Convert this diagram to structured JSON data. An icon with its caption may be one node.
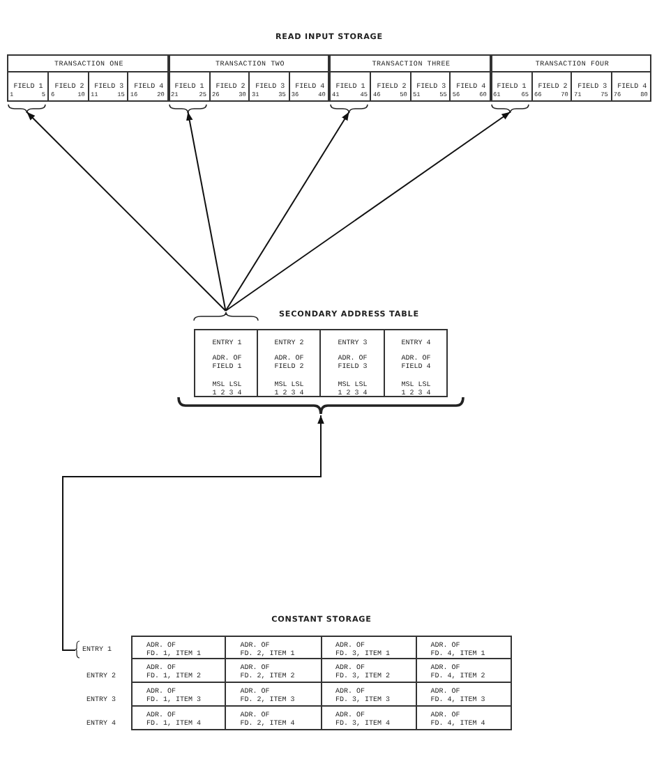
{
  "diagram": {
    "nodes": [
      {
        "text": [
          "READ INPUT STORAGE"
        ]
      },
      {
        "text": [
          "TRANSACTION ONE"
        ],
        "in": 0
      },
      {
        "text": [
          "FIELD 1",
          "1",
          "5"
        ],
        "in": 1
      },
      {
        "text": [
          "FIELD 2",
          "6",
          "10"
        ],
        "in": 1
      },
      {
        "text": [
          "FIELD 3",
          "11",
          "15"
        ],
        "in": 1
      },
      {
        "text": [
          "FIELD 4",
          "16",
          "20"
        ],
        "in": 1
      },
      {
        "text": [
          "TRANSACTION TWO"
        ],
        "in": 0
      },
      {
        "text": [
          "FIELD 1",
          "21",
          "25"
        ],
        "in": 6
      },
      {
        "text": [
          "FIELD 2",
          "26",
          "30"
        ],
        "in": 6
      },
      {
        "text": [
          "FIELD 3",
          "31",
          "35"
        ],
        "in": 6
      },
      {
        "text": [
          "FIELD 4",
          "36",
          "40"
        ],
        "in": 6
      },
      {
        "text": [
          "TRANSACTION THREE"
        ],
        "in": 0
      },
      {
        "text": [
          "FIELD 1",
          "41",
          "45"
        ],
        "in": 11
      },
      {
        "text": [
          "FIELD 2",
          "46",
          "50"
        ],
        "in": 11
      },
      {
        "text": [
          "FIELD 3",
          "51",
          "55"
        ],
        "in": 11
      },
      {
        "text": [
          "FIELD 4",
          "56",
          "60"
        ],
        "in": 11
      },
      {
        "text": [
          "TRANSACTION FOUR"
        ],
        "in": 0
      },
      {
        "text": [
          "FIELD 1",
          "61",
          "65"
        ],
        "in": 16
      },
      {
        "text": [
          "FIELD 2",
          "66",
          "70"
        ],
        "in": 16
      },
      {
        "text": [
          "FIELD 3",
          "71",
          "75"
        ],
        "in": 16
      },
      {
        "text": [
          "FIELD 4",
          "76",
          "80"
        ],
        "in": 16
      },
      {
        "text": [
          "SECONDARY ADDRESS TABLE"
        ]
      },
      {
        "text": [
          "ENTRY 1",
          "ADR. OF FIELD 1",
          "MSL LSL",
          "1 2 3 4"
        ],
        "in": 21
      },
      {
        "text": [
          "ENTRY 2",
          "ADR. OF FIELD 2",
          "MSL LSL",
          "1 2 3 4"
        ],
        "in": 21
      },
      {
        "text": [
          "ENTRY 3",
          "ADR. OF FIELD 3",
          "MSL LSL",
          "1 2 3 4"
        ],
        "in": 21
      },
      {
        "text": [
          "ENTRY 4",
          "ADR. OF FIELD 4",
          "MSL LSL",
          "1 2 3 4"
        ],
        "in": 21
      },
      {
        "text": [
          "CONSTANT STORAGE"
        ]
      },
      {
        "text": [
          "ENTRY 1"
        ]
      },
      {
        "text": [
          "ADR. OF FD. 1, ITEM 1"
        ],
        "in": 26
      },
      {
        "text": [
          "ADR. OF FD. 2, ITEM 1"
        ],
        "in": 26
      },
      {
        "text": [
          "ADR. OF FD. 3, ITEM 1"
        ],
        "in": 26
      },
      {
        "text": [
          "ADR. OF FD. 4, ITEM 1"
        ],
        "in": 26
      },
      {
        "text": [
          "ADR. OF FD. 1, ITEM 2"
        ],
        "in": 26
      },
      {
        "text": [
          "ADR. OF FD. 2, ITEM 2"
        ],
        "in": 26
      },
      {
        "text": [
          "ADR. OF FD. 3, ITEM 2"
        ],
        "in": 26
      },
      {
        "text": [
          "ADR. OF FD. 4, ITEM 2"
        ],
        "in": 26
      },
      {
        "text": [
          "ADR. OF FD. 1, ITEM 3"
        ],
        "in": 26
      },
      {
        "text": [
          "ADR. OF FD. 2, ITEM 3"
        ],
        "in": 26
      },
      {
        "text": [
          "ADR. OF FD. 3, ITEM 3"
        ],
        "in": 26
      },
      {
        "text": [
          "ADR. OF FD. 4, ITEM 3"
        ],
        "in": 26
      },
      {
        "text": [
          "ADR. OF FD. 1, ITEM 4"
        ],
        "in": 26
      },
      {
        "text": [
          "ADR. OF FD. 2, ITEM 4"
        ],
        "in": 26
      },
      {
        "text": [
          "ADR. OF FD. 3, ITEM 4"
        ],
        "in": 26
      },
      {
        "text": [
          "ADR. OF FD. 4, ITEM 4"
        ],
        "in": 26
      }
    ],
    "edges": [
      {
        "from": 22,
        "to": 2,
        "arrow": "to"
      },
      {
        "from": 22,
        "to": 7,
        "arrow": "to"
      },
      {
        "from": 22,
        "to": 12,
        "arrow": "to"
      },
      {
        "from": 22,
        "to": 17,
        "arrow": "to"
      },
      {
        "from": 27,
        "to": 21,
        "arrow": "to"
      }
    ],
    "labels": [
      "ENTRY 2",
      "ENTRY 3",
      "ENTRY 4"
    ]
  }
}
